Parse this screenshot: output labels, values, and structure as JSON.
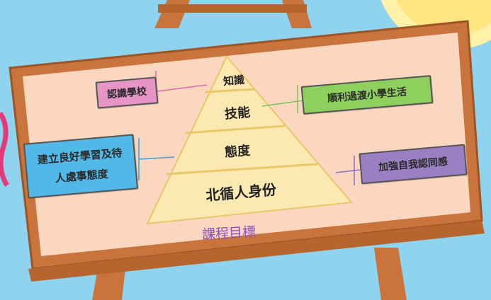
{
  "pyramid": {
    "tiers": [
      "知識",
      "技能",
      "態度",
      "北循人身份"
    ]
  },
  "goals": {
    "left_top": "認識學校",
    "left_bottom": "建立良好學習及待人處事態度",
    "right_top": "順利過渡小學生活",
    "right_bottom": "加強自我認同感"
  },
  "caption": "課程目標",
  "colors": {
    "sky": "#8fd3ee",
    "easel": "#c8743c",
    "board_bg": "#fbd7c0",
    "pyramid_fill": "#fce9b2",
    "left_top_box": "#e695c6",
    "left_bottom_box": "#52b8e8",
    "right_top_box": "#8fcf5e",
    "right_bottom_box": "#9a7fc4",
    "caption": "#8a4fb8"
  }
}
